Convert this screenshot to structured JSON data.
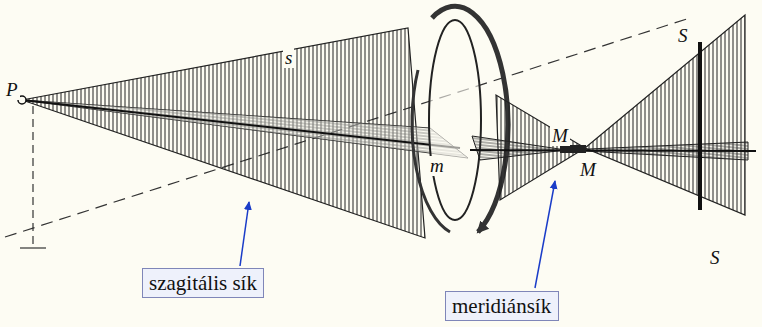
{
  "diagram": {
    "nodes": [
      {
        "text": [
          "szagitális sík"
        ]
      },
      {
        "text": [
          "meridiánsík"
        ]
      }
    ],
    "labels": [
      "P",
      "s",
      "S",
      "m",
      "M",
      "M",
      "S"
    ]
  }
}
